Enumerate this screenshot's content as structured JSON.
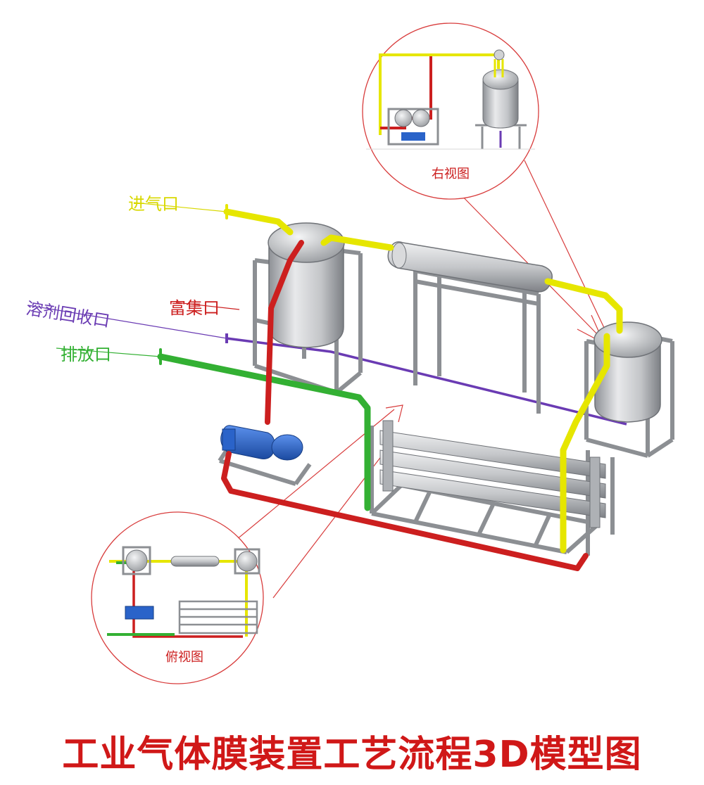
{
  "labels": {
    "inlet": "进气口",
    "enriched": "富集口",
    "solvent_recovery": "溶剂回收口",
    "discharge": "排放口",
    "right_view": "右视图",
    "top_view": "俯视图"
  },
  "title": "工业气体膜装置工艺流程3D模型图",
  "colors": {
    "inlet_pipe": "#e6e600",
    "enriched_pipe": "#cc1f1f",
    "solvent_pipe": "#6a3bb3",
    "discharge_pipe": "#33b033",
    "title_text": "#d01818",
    "callout_circle": "#d83c3c",
    "pump": "#2a63c9",
    "tank": "#b9bcc0",
    "frame": "#8c8f93"
  }
}
